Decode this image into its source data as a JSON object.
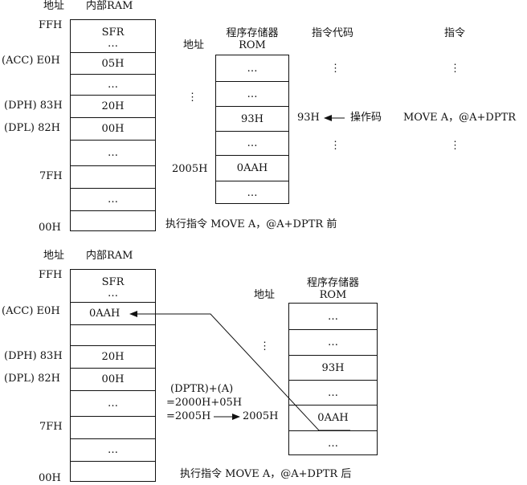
{
  "top": {
    "addr_header": "地址",
    "ram_header": "内部RAM",
    "rom_addr_header": "地址",
    "rom_header_line1": "程序存储器",
    "rom_header_line2": "ROM",
    "opcode_header": "指令代码",
    "instr_header": "指令",
    "ram_addresses": [
      "FFH",
      "(ACC) E0H",
      "(DPH) 83H",
      "(DPL) 82H",
      "7FH",
      "00H"
    ],
    "ram_cells": [
      "SFR",
      "05H",
      "…",
      "20H",
      "00H",
      "…",
      "",
      "…",
      ""
    ],
    "ram_sfr_dots": "…",
    "rom_cells": [
      "…",
      "…",
      "93H",
      "…",
      "0AAH",
      "…"
    ],
    "rom_address": "2005H",
    "vdots": "⋮",
    "opcode_value": "93H",
    "opcode_label": "操作码",
    "instruction": "MOVE  A，@A+DPTR",
    "caption": "执行指令 MOVE  A，@A+DPTR 前"
  },
  "bottom": {
    "addr_header": "地址",
    "ram_header": "内部RAM",
    "rom_addr_header": "地址",
    "rom_header_line1": "程序存储器",
    "rom_header_line2": "ROM",
    "ram_addresses": [
      "FFH",
      "(ACC) E0H",
      "(DPH) 83H",
      "(DPL) 82H",
      "7FH",
      "00H"
    ],
    "ram_cells": [
      "SFR",
      "0AAH",
      "",
      "20H",
      "00H",
      "…",
      "",
      "…",
      ""
    ],
    "ram_sfr_dots": "…",
    "rom_cells": [
      "…",
      "…",
      "93H",
      "…",
      "0AAH",
      "…"
    ],
    "vdots": "⋮",
    "calc_line1": "(DPTR)+(A)",
    "calc_line2": "=2000H+05H",
    "calc_line3": "=2005H",
    "calc_result": "2005H",
    "caption": "执行指令 MOVE  A，@A+DPTR 后"
  }
}
